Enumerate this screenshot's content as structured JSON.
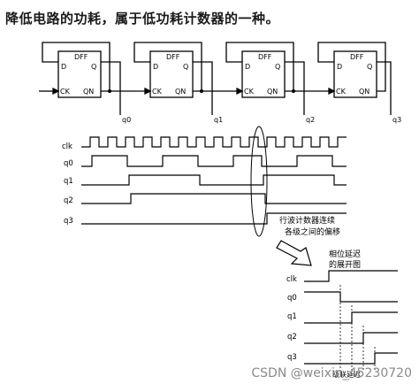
{
  "header": {
    "fragment": "",
    "title": "降低电路的功耗，属于低功耗计数器的一种。"
  },
  "flipflops": [
    {
      "label": "DFF",
      "d": "D",
      "q": "Q",
      "ck": "CK",
      "qn": "QN",
      "out": "q0"
    },
    {
      "label": "DFF",
      "d": "D",
      "q": "Q",
      "ck": "CK",
      "qn": "QN",
      "out": "q1"
    },
    {
      "label": "DFF",
      "d": "D",
      "q": "Q",
      "ck": "CK",
      "qn": "QN",
      "out": "q2"
    },
    {
      "label": "DFF",
      "d": "D",
      "q": "Q",
      "ck": "CK",
      "qn": "QN",
      "out": "q3"
    }
  ],
  "timing": {
    "signals": [
      "clk",
      "q0",
      "q1",
      "q2",
      "q3"
    ]
  },
  "annotation": {
    "line1": "行波计数器连续",
    "line2": "各级之间的偏移"
  },
  "zoom": {
    "title1": "相位延迟",
    "title2": "的展开图",
    "signals": [
      "clk",
      "q0",
      "q1",
      "q2",
      "q3"
    ],
    "caption": "级联延迟"
  },
  "watermark": "CSDN @weixin_45230720"
}
